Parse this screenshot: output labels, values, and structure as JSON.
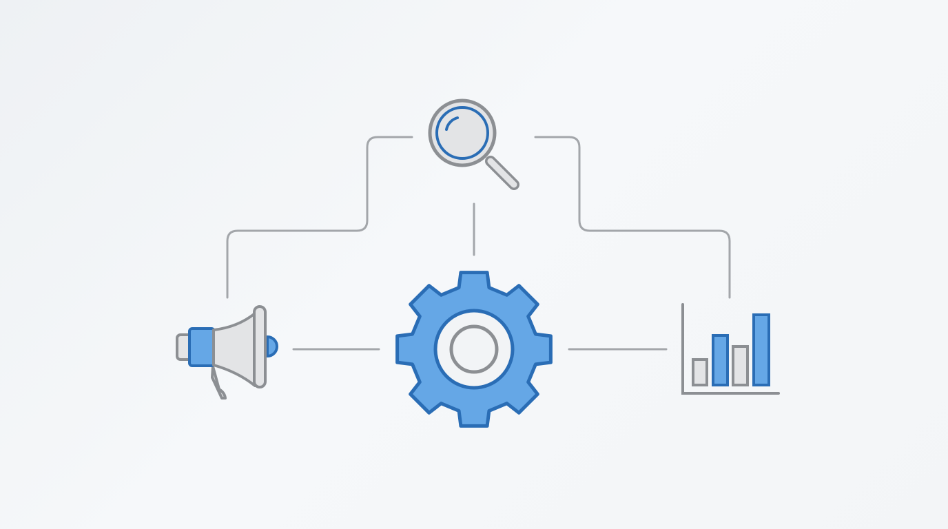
{
  "diagram": {
    "nodes": [
      {
        "id": "search",
        "icon": "magnifying-glass-icon"
      },
      {
        "id": "settings",
        "icon": "gear-icon"
      },
      {
        "id": "marketing",
        "icon": "megaphone-icon"
      },
      {
        "id": "analytics",
        "icon": "bar-chart-icon"
      }
    ],
    "edges": [
      [
        "search",
        "marketing"
      ],
      [
        "search",
        "settings"
      ],
      [
        "search",
        "analytics"
      ],
      [
        "marketing",
        "settings"
      ],
      [
        "settings",
        "analytics"
      ]
    ],
    "colors": {
      "blue_fill": "#65a7e6",
      "blue_stroke": "#2a6db5",
      "gray_stroke": "#8c8f93",
      "gray_fill": "#e3e4e6",
      "connector": "#a3a6aa"
    }
  }
}
